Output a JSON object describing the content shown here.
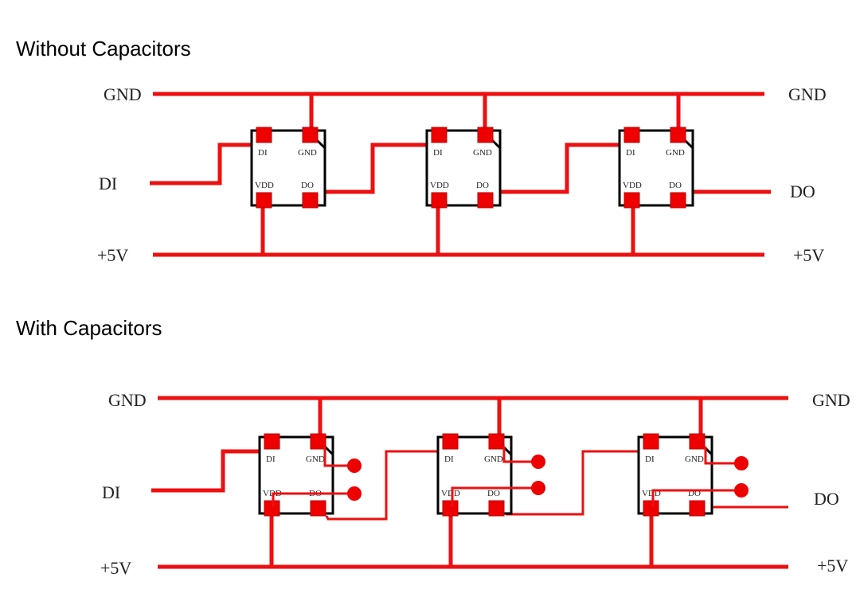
{
  "sections": [
    {
      "title": "Without Capacitors",
      "gnd_label": "GND",
      "vcc_label": "+5V",
      "di_label": "DI",
      "do_label": "DO"
    },
    {
      "title": "With Capacitors",
      "gnd_label": "GND",
      "vcc_label": "+5V",
      "di_label": "DI",
      "do_label": "DO"
    }
  ],
  "pins": {
    "di": "DI",
    "gnd": "GND",
    "vdd": "VDD",
    "do": "DO"
  },
  "colors": {
    "wire": "#ee0f10",
    "chip_outline": "#000000"
  }
}
